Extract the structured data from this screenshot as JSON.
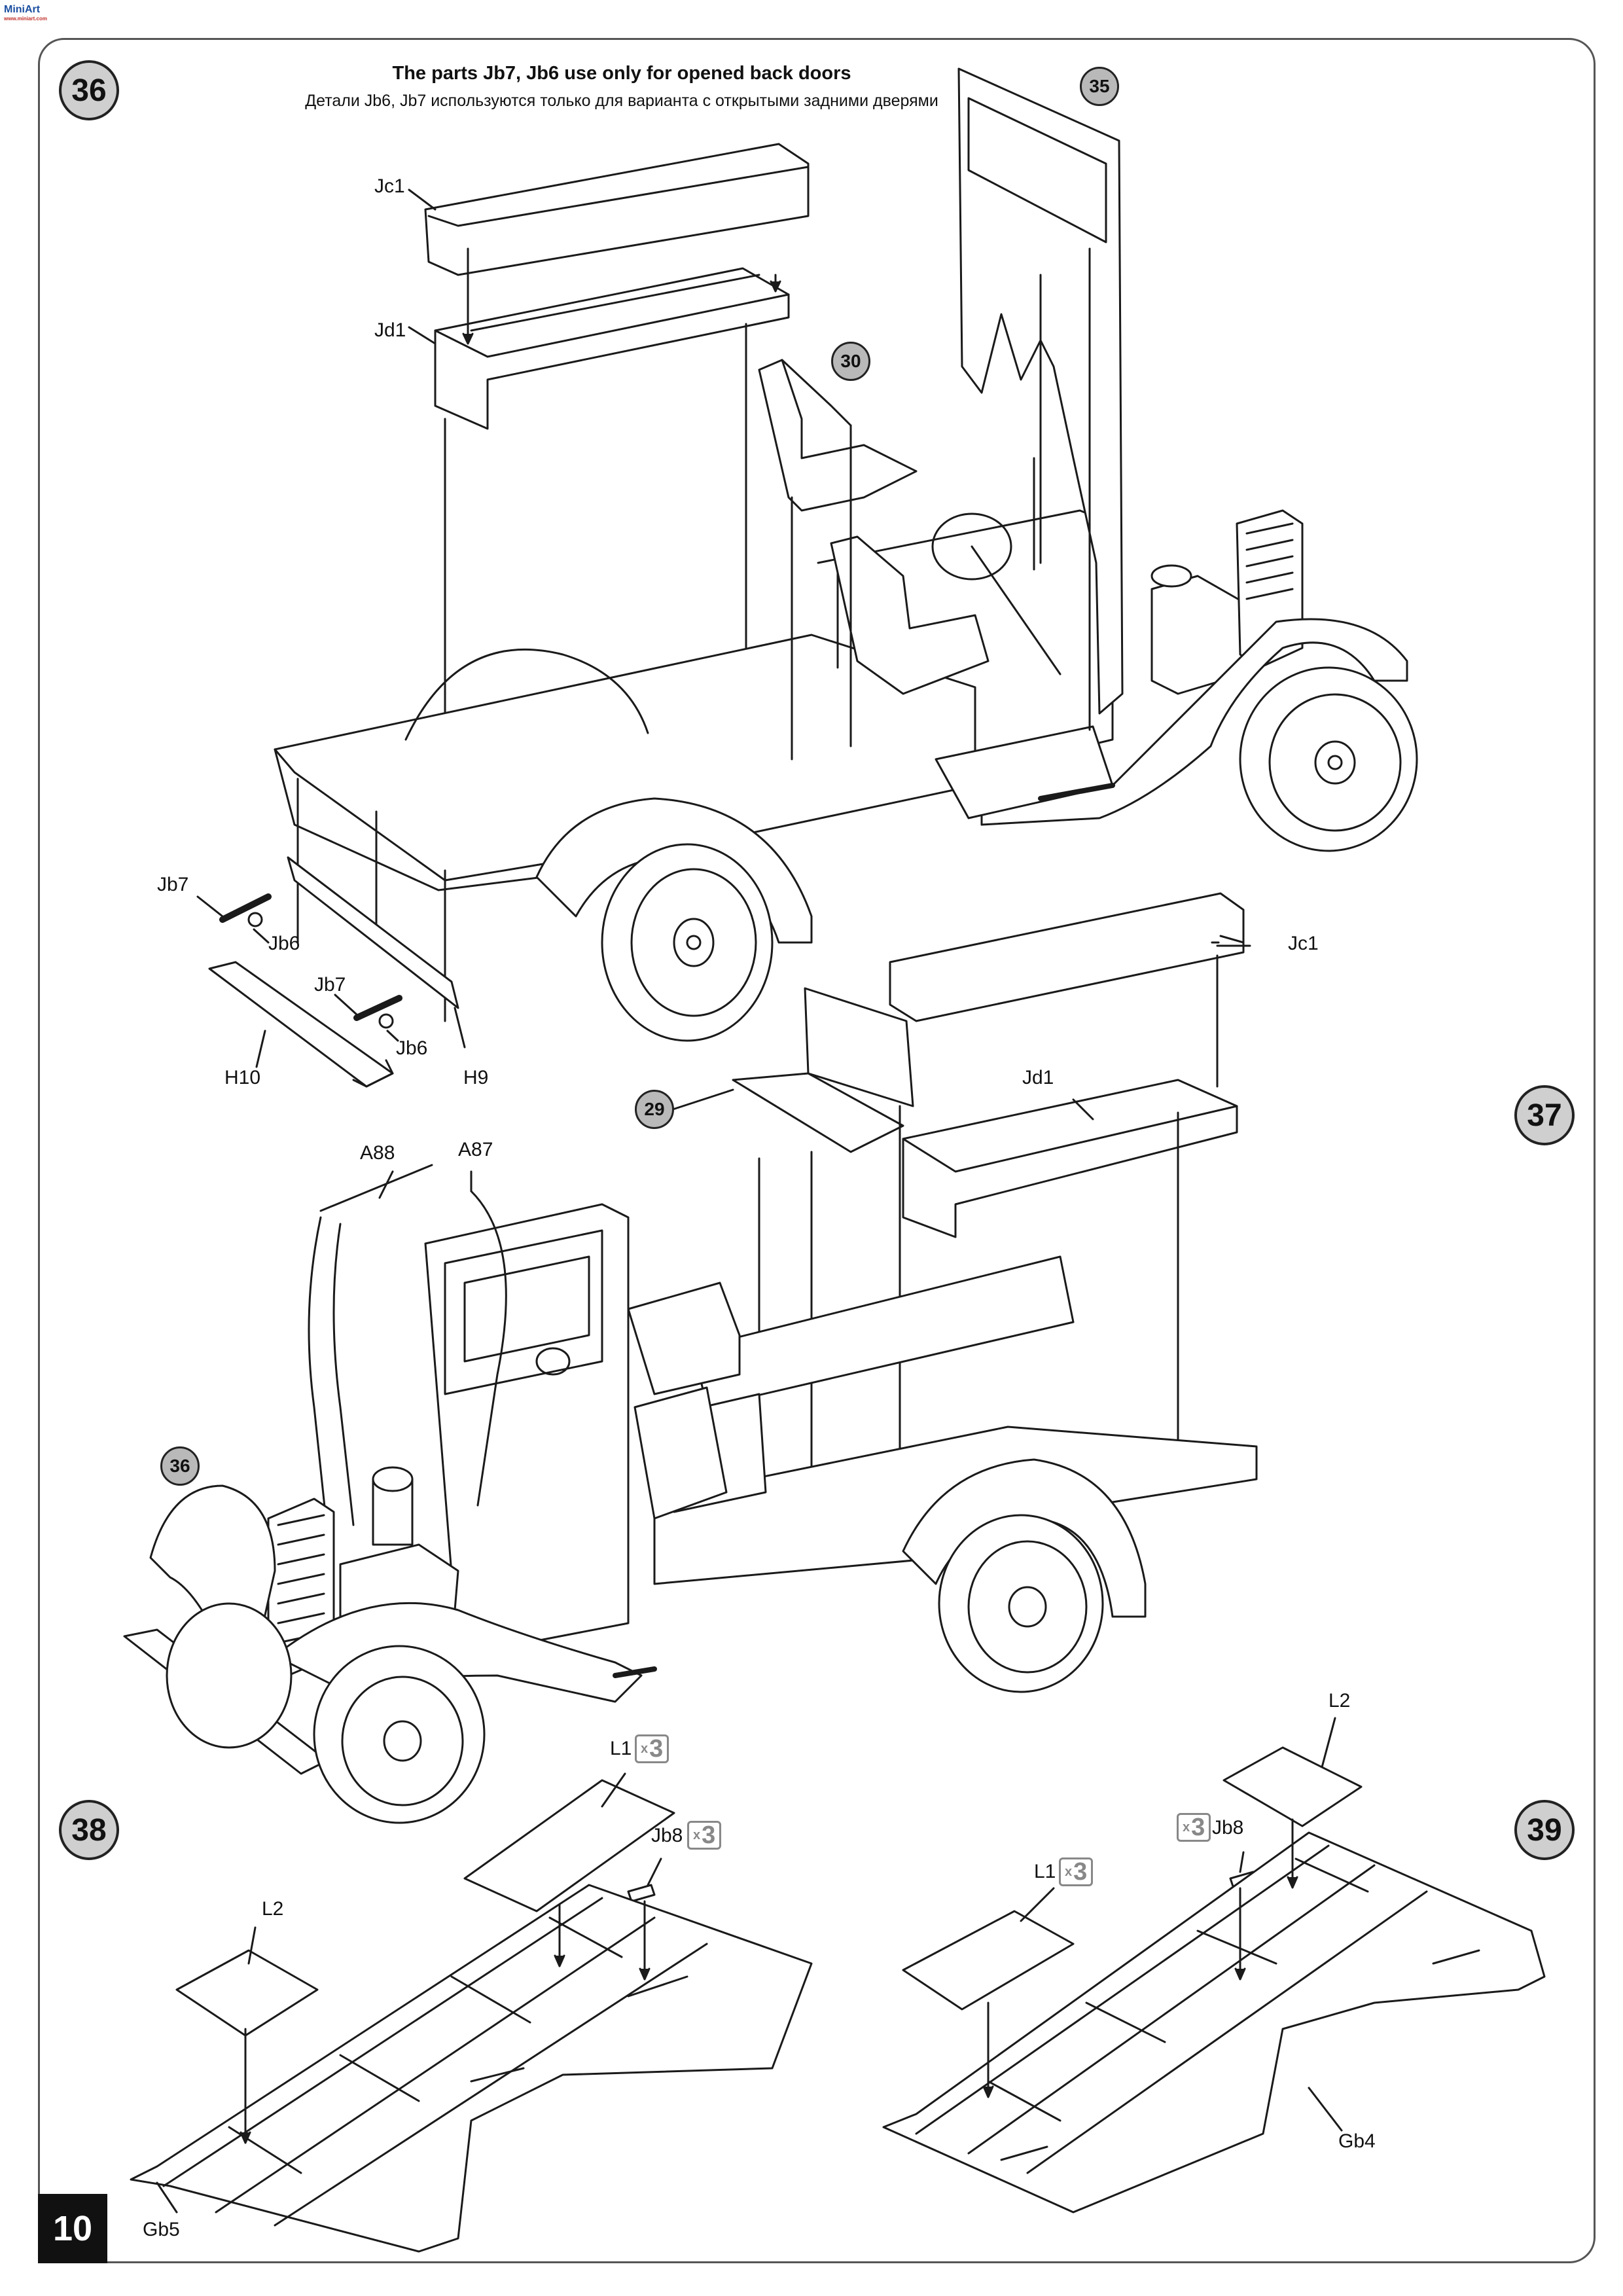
{
  "page_number": "10",
  "logo": {
    "text": "MiniArt",
    "subtext": "www.miniart.com"
  },
  "steps": {
    "s36": "36",
    "s37": "37",
    "s38": "38",
    "s39": "39"
  },
  "note": {
    "en": "The parts Jb7, Jb6 use only for opened back doors",
    "ru": "Детали Jb6, Jb7 используются только для  варианта с открытыми задними дверями"
  },
  "refs": {
    "r35": "35",
    "r30": "30",
    "r29": "29",
    "r36": "36"
  },
  "labels": {
    "jc1_a": "Jc1",
    "jd1_a": "Jd1",
    "jb7_a": "Jb7",
    "jb6_a": "Jb6",
    "jb7_b": "Jb7",
    "jb6_b": "Jb6",
    "h10": "H10",
    "h9": "H9",
    "jc1_b": "Jc1",
    "jd1_b": "Jd1",
    "a88": "A88",
    "a87": "A87",
    "l1_a": "L1",
    "jb8_a": "Jb8",
    "l2_a": "L2",
    "gb5": "Gb5",
    "l2_b": "L2",
    "jb8_b": "Jb8",
    "l1_b": "L1",
    "gb4": "Gb4"
  },
  "quantities": {
    "l1_a": "3",
    "jb8_a": "3",
    "jb8_b": "3",
    "l1_b": "3"
  },
  "colors": {
    "line": "#1a1a1a",
    "step_fill": "#cfcfcf",
    "ref_fill": "#b9b9b9",
    "qty": "#888888"
  }
}
